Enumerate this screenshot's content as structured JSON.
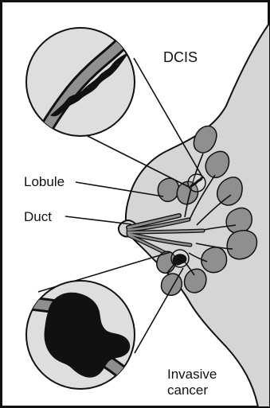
{
  "labels": {
    "dcis": "DCIS",
    "lobule": "Lobule",
    "duct": "Duct",
    "invasive_line1": "Invasive",
    "invasive_line2": "cancer"
  },
  "colors": {
    "background": "#ffffff",
    "border": "#111111",
    "breast_fill": "#d5d5d5",
    "tissue_fill": "#8f8f8f",
    "tumor_fill": "#111111",
    "inset_fill": "#dedede"
  }
}
